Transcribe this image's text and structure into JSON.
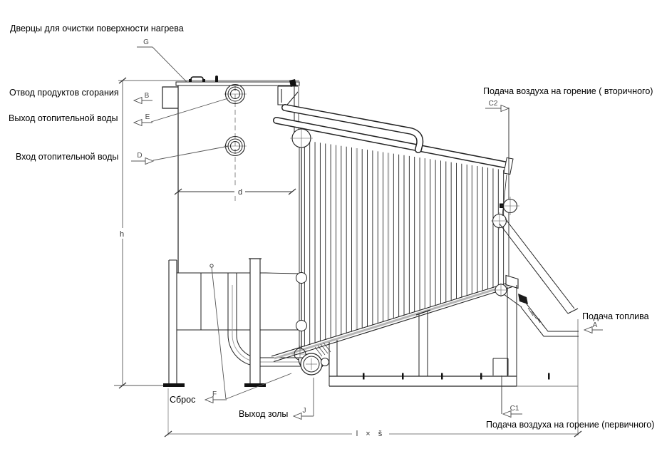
{
  "diagram": {
    "labels": {
      "cleaning_doors": "Дверцы для очистки поверхности нагрева",
      "flue_outlet": "Отвод продуктов сгорания",
      "water_outlet": "Выход отопительной воды",
      "water_inlet": "Вход отопительной воды",
      "secondary_air": "Подача воздуха на горение ( вторичного)",
      "fuel_supply": "Подача топлива",
      "drain": "Сброс",
      "ash_outlet": "Выход золы",
      "primary_air": "Подача воздуха на горение (первичного)"
    },
    "port_tags": {
      "g": "G",
      "b": "B",
      "e": "E",
      "d": "D",
      "c2": "C2",
      "a": "A",
      "f": "F",
      "j": "J",
      "c1": "C1"
    },
    "dimensions": {
      "depth": "d",
      "height": "h",
      "footprint": "l × š"
    },
    "colors": {
      "line": "#222222",
      "gray": "#aaaaaa",
      "highlight": "#b5b5b5",
      "background": "#ffffff"
    }
  }
}
